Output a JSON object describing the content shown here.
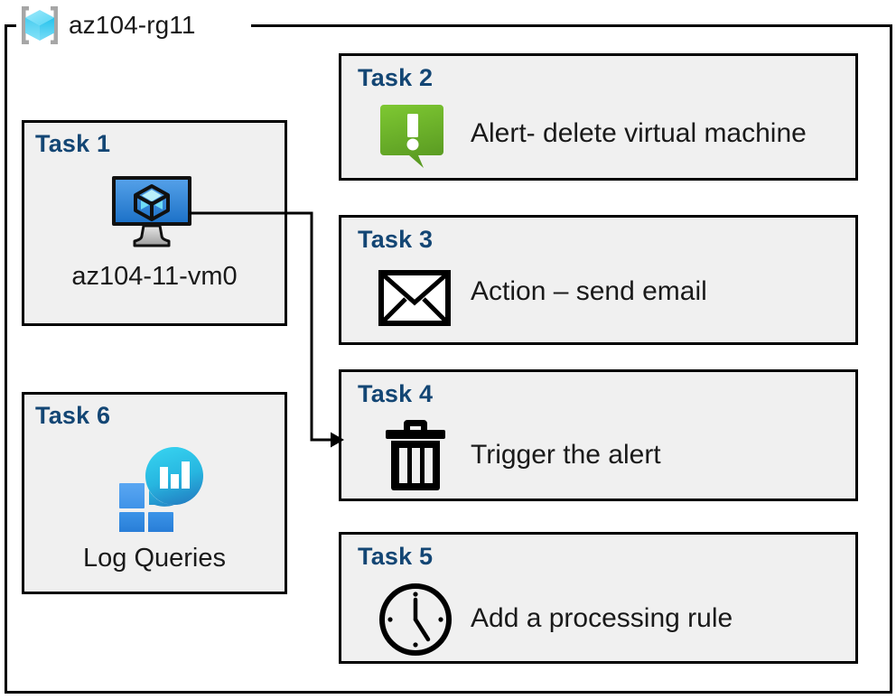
{
  "resource_group": {
    "name": "az104-rg11",
    "icon": "azure-resource-group-icon"
  },
  "colors": {
    "task_title": "#134674",
    "card_fill": "#f0f0f0",
    "card_border": "#000000",
    "alert_green": "#76bc21",
    "vm_blue": "#3d8fdd",
    "log_analytics_cyan": "#29c4e8",
    "log_analytics_blue": "#2e8ae0",
    "page_background": "#ffffff"
  },
  "cards": {
    "task1": {
      "title": "Task 1",
      "caption": "az104-11-vm0",
      "icon": "virtual-machine-icon"
    },
    "task2": {
      "title": "Task 2",
      "label": "Alert- delete virtual machine",
      "icon": "alert-exclamation-icon"
    },
    "task3": {
      "title": "Task 3",
      "label": "Action – send email",
      "icon": "envelope-icon"
    },
    "task4": {
      "title": "Task 4",
      "label": "Trigger the alert",
      "icon": "trash-delete-icon"
    },
    "task5": {
      "title": "Task 5",
      "label": "Add a processing rule",
      "icon": "clock-icon"
    },
    "task6": {
      "title": "Task 6",
      "caption": "Log Queries",
      "icon": "log-analytics-icon"
    }
  },
  "connector": {
    "from": "task1-vm-icon",
    "to": "task4-card",
    "style": "elbow-arrow"
  }
}
